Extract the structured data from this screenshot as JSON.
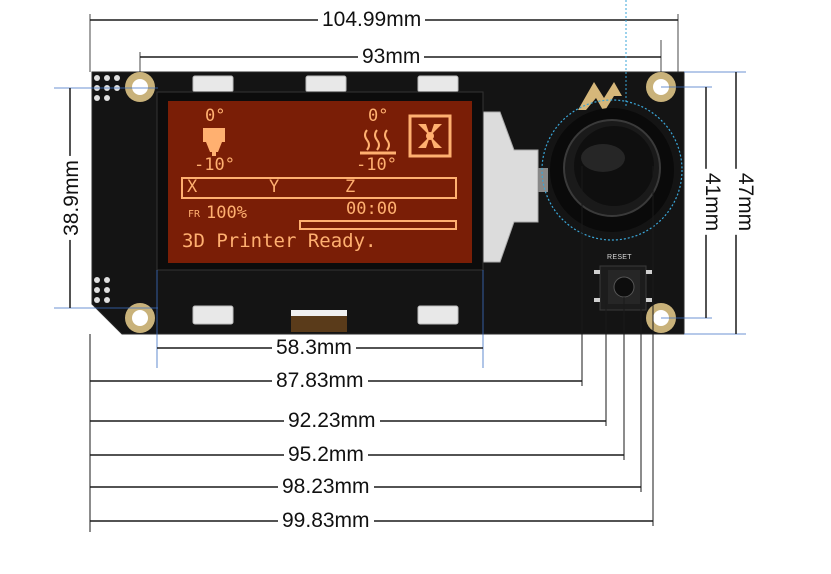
{
  "dimensions": {
    "overall_width": "104.99mm",
    "hole_spacing_width": "93mm",
    "screen_height": "38.9mm",
    "hole_spacing_height": "41mm",
    "overall_height": "47mm",
    "screen_width": "58.3mm",
    "to_encoder_center": "87.83mm",
    "to_reset_left": "92.23mm",
    "to_reset_center": "95.2mm",
    "to_reset_right": "98.23mm",
    "to_encoder_right": "99.83mm"
  },
  "lcd": {
    "hotend_target": "0°",
    "hotend_temp": "-10°",
    "bed_target": "0°",
    "bed_temp": "-10°",
    "axis_x": "X",
    "axis_y": "Y",
    "axis_z": "Z",
    "feedrate_label": "FR",
    "feedrate_value": "100%",
    "print_time": "00:00",
    "status_message": "3D Printer Ready."
  },
  "board": {
    "reset_label": "RESET"
  },
  "colors": {
    "pcb": "#111111",
    "lcd_background": "#7a1e06",
    "lcd_foreground": "#ffb070",
    "dimension_line": "#1a1a1a",
    "leader_line": "#3b6fc4",
    "encoder_guide": "#3aa6d8"
  },
  "icons": {
    "hotend": "nozzle-icon",
    "bed": "heated-bed-icon",
    "fan": "fan-icon",
    "logo": "brand-logo-icon"
  }
}
